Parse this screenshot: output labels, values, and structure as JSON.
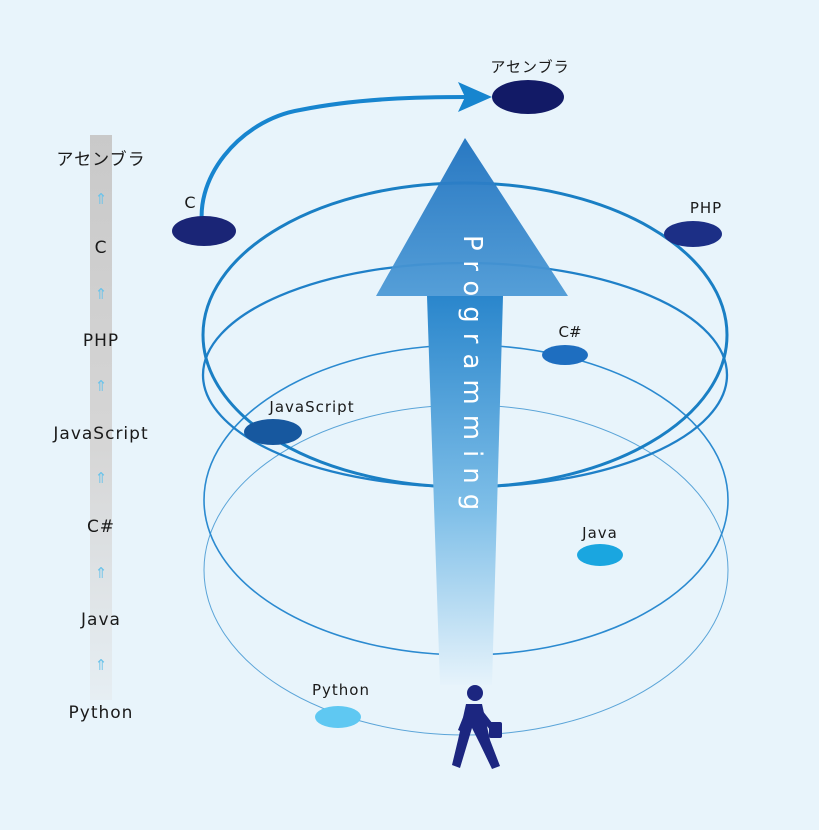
{
  "colors": {
    "background": "#e8f4fb",
    "dark_navy": "#121a66",
    "navy": "#1c2f86",
    "blue": "#17589f",
    "mid_blue": "#1e6ec0",
    "light_blue": "#1aa6e0",
    "sky": "#5fc8f2",
    "spiral": "#1a7fc4",
    "person": "#1c2680"
  },
  "sidebar": {
    "items": [
      {
        "label": "アセンブラ"
      },
      {
        "label": "C"
      },
      {
        "label": "PHP"
      },
      {
        "label": "JavaScript"
      },
      {
        "label": "C#"
      },
      {
        "label": "Java"
      },
      {
        "label": "Python"
      }
    ],
    "arrow_glyph": "⇑"
  },
  "diagram": {
    "arrow_text": "Programming",
    "nodes": [
      {
        "label": "アセンブラ",
        "color": "#121a66"
      },
      {
        "label": "C",
        "color": "#1a2576"
      },
      {
        "label": "PHP",
        "color": "#1c2f86"
      },
      {
        "label": "C#",
        "color": "#1e6ec0"
      },
      {
        "label": "JavaScript",
        "color": "#17589f"
      },
      {
        "label": "Java",
        "color": "#1aa6e0"
      },
      {
        "label": "Python",
        "color": "#5fc8f2"
      }
    ],
    "icons": [
      "walking-person-icon",
      "arrowhead-icon"
    ]
  }
}
